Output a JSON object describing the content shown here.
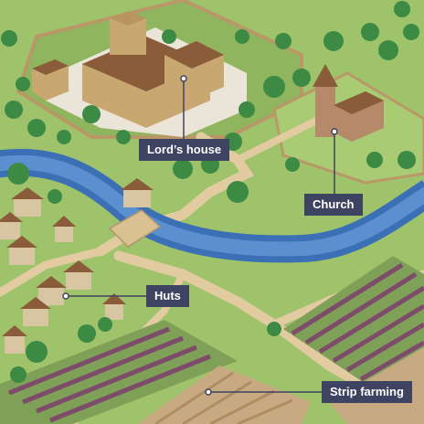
{
  "labels": {
    "lords_house": "Lord’s house",
    "church": "Church",
    "huts": "Huts",
    "strip_farming": "Strip farming"
  },
  "colors": {
    "grass": "#9fc36a",
    "grass_dark": "#86ad55",
    "river": "#3b6fb6",
    "river_light": "#5b90d0",
    "path": "#e2cba0",
    "stone": "#c9a770",
    "roof": "#8a5c3a",
    "courtyard": "#ebe4d8",
    "tree": "#3d8a45",
    "field_purple": "#7c4c6a",
    "field_tan": "#c8aa82",
    "field_green": "#7fa157",
    "label_bg": "#3d4360",
    "label_text": "#ffffff"
  }
}
